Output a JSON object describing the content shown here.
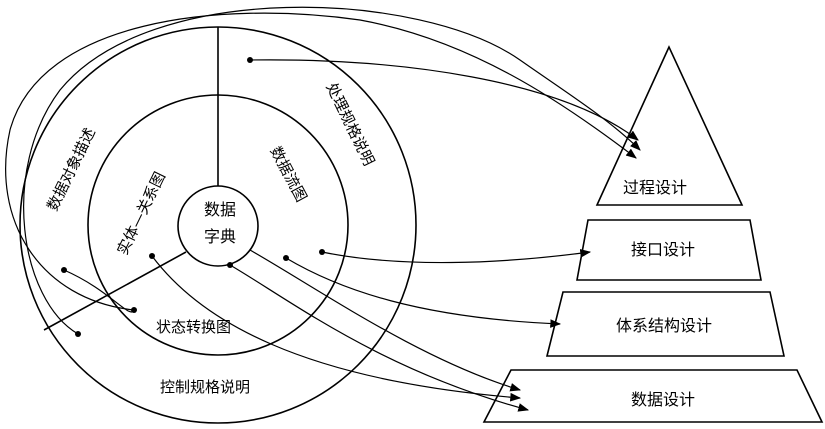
{
  "analysis_model": {
    "center": "数据字典",
    "center_line1": "数据",
    "center_line2": "字典",
    "entity_relationship": "实体—关系图",
    "data_flow": "数据流图",
    "state_transition": "状态转换图",
    "data_object_description": "数据对象描述",
    "process_specification": "处理规格说明",
    "control_specification": "控制规格说明"
  },
  "design_model": {
    "procedural": "过程设计",
    "interface": "接口设计",
    "architectural": "体系结构设计",
    "data": "数据设计"
  }
}
